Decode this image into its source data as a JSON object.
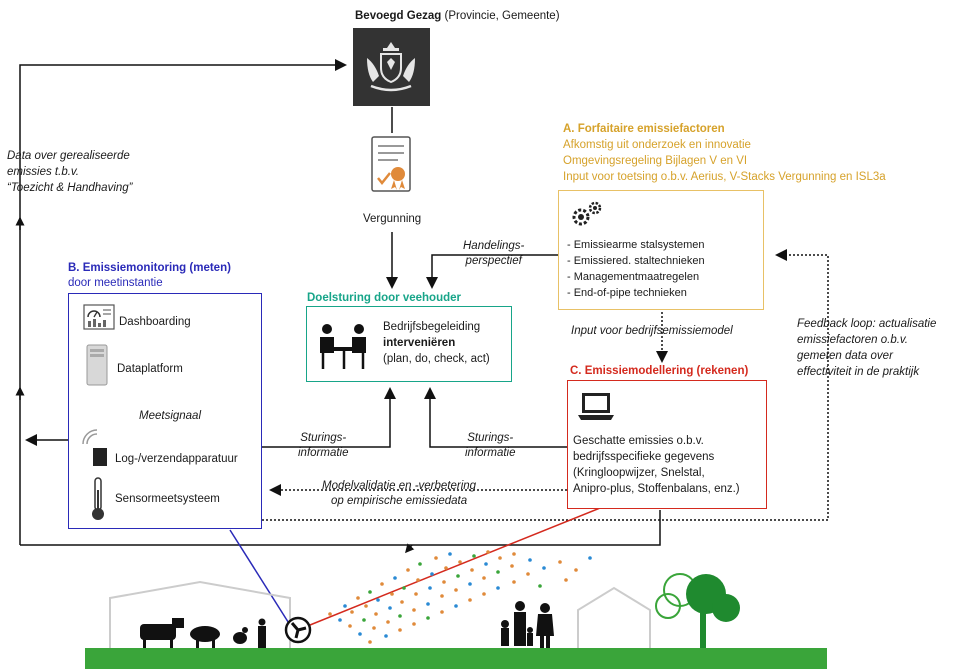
{
  "authority": {
    "title": "Bevoegd Gezag",
    "subtitle": "(Provincie, Gemeente)"
  },
  "permit": {
    "label": "Vergunning"
  },
  "left_flow": {
    "line1": "Data over gerealiseerde",
    "line2": "emissies t.b.v.",
    "line3": "“Toezicht & Handhaving”"
  },
  "section_a": {
    "title": "A. Forfaitaire emissiefactoren",
    "line1": "Afkomstig uit onderzoek en innovatie",
    "line2": "Omgevingsregeling Bijlagen V en VI",
    "line3": "Input voor toetsing o.b.v. Aerius, V-Stacks Vergunning en ISL3a",
    "items": [
      "- Emissiearme stalsystemen",
      "- Emissiered. staltechnieken",
      "- Managementmaatregelen",
      "- End-of-pipe technieken"
    ]
  },
  "handelings": {
    "line1": "Handelings-",
    "line2": "perspectief"
  },
  "section_b": {
    "title": "B. Emissiemonitoring (meten)",
    "subtitle": "door meetinstantie",
    "dashboarding": "Dashboarding",
    "dataplatform": "Dataplatform",
    "meetsignaal": "Meetsignaal",
    "log": "Log-/verzendapparatuur",
    "sensor": "Sensormeetsysteem"
  },
  "doelsturing": {
    "title": "Doelsturing door veehouder",
    "line1": "Bedrijfsbegeleiding",
    "line2": "interveniëren",
    "line3": "(plan, do, check, act)"
  },
  "input_model": "Input voor bedrijfsemissiemodel",
  "section_c": {
    "title": "C. Emissiemodellering (rekenen)",
    "line1": "Geschatte emissies o.b.v.",
    "line2": "bedrijfsspecifieke gegevens",
    "line3": "(Kringloopwijzer, Snelstal,",
    "line4": "Anipro-plus, Stoffenbalans, enz.)"
  },
  "sturing_left": {
    "line1": "Sturings-",
    "line2": "informatie"
  },
  "sturing_right": {
    "line1": "Sturings-",
    "line2": "informatie"
  },
  "validatie": {
    "line1": "Modelvalidatie en -verbetering",
    "line2": "op empirische emissiedata"
  },
  "feedback": {
    "line1": "Feedback loop: actualisatie",
    "line2": "emissiefactoren o.b.v.",
    "line3": "gemeten data over",
    "line4": "effectiviteit in de praktijk"
  },
  "colors": {
    "orange": "#d6a22b",
    "blue": "#2a2ab8",
    "red": "#d42a1e",
    "teal": "#17a589",
    "grass": "#3aa53a"
  }
}
